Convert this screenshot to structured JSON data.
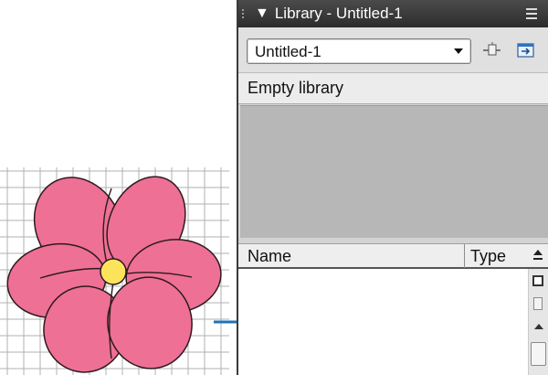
{
  "library": {
    "title": "Library - Untitled-1",
    "document_select": {
      "value": "Untitled-1"
    },
    "status": "Empty library",
    "columns": {
      "name": "Name",
      "type": "Type"
    },
    "items": []
  },
  "colors": {
    "petal": "#ee7095",
    "petal_stroke": "#2d1a1f",
    "center": "#fbe45c",
    "grid_line": "#b0b0b0",
    "arrow": "#1e72b8",
    "preview_bg": "#b7b7b7"
  }
}
